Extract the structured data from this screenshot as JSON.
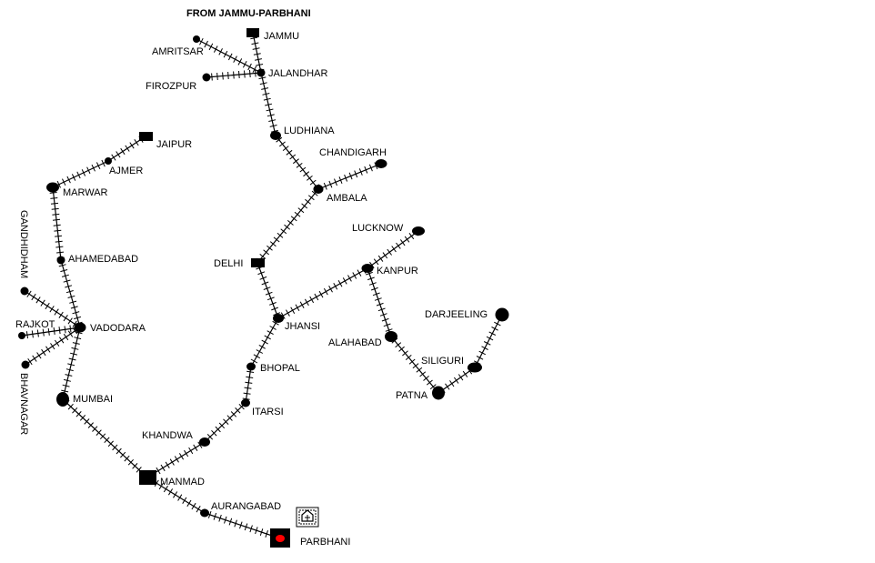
{
  "title": "FROM JAMMU-PARBHANI",
  "stations": {
    "jammu": "JAMMU",
    "amritsar": "AMRITSAR",
    "jalandhar": "JALANDHAR",
    "firozpur": "FIROZPUR",
    "ludhiana": "LUDHIANA",
    "chandigarh": "CHANDIGARH",
    "ambala": "AMBALA",
    "delhi": "DELHI",
    "lucknow": "LUCKNOW",
    "kanpur": "KANPUR",
    "jhansi": "JHANSI",
    "bhopal": "BHOPAL",
    "itarsi": "ITARSI",
    "khandwa": "KHANDWA",
    "manmad": "MANMAD",
    "aurangabad": "AURANGABAD",
    "parbhani": "PARBHANI",
    "jaipur": "JAIPUR",
    "ajmer": "AJMER",
    "marwar": "MARWAR",
    "ahamedabad": "AHAMEDABAD",
    "gandhidham": "GANDHIDHAM",
    "rajkot": "RAJKOT",
    "vadodara": "VADODARA",
    "bhavnagar": "BHAVNAGAR",
    "mumbai": "MUMBAI",
    "alahabad": "ALAHABAD",
    "siliguri": "SILIGURI",
    "patna": "PATNA",
    "darjeeling": "DARJEELING"
  },
  "colors": {
    "track": "#000000",
    "destination_marker": "#ff0000"
  }
}
